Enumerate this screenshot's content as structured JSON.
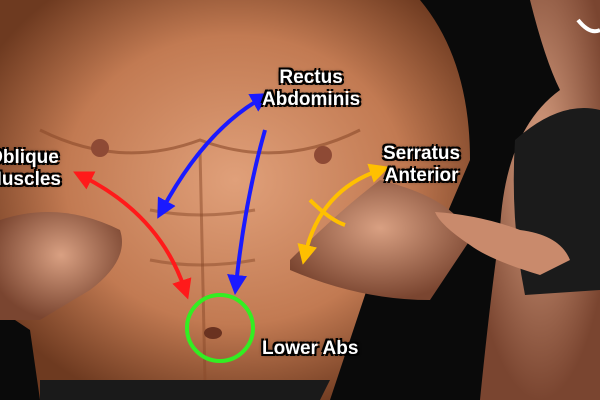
{
  "labels": {
    "rectus": [
      "Rectus",
      "Abdominis"
    ],
    "oblique": [
      "Oblique",
      "Muscles"
    ],
    "serratus": [
      "Serratus",
      "Anterior"
    ],
    "lower_abs": "Lower Abs"
  },
  "colors": {
    "rectus_arrow": "#1a1aff",
    "oblique_arrow": "#ff1a1a",
    "serratus_arrow": "#ffc000",
    "lower_abs_circle": "#33ee22",
    "background": "#0a0a0a"
  }
}
